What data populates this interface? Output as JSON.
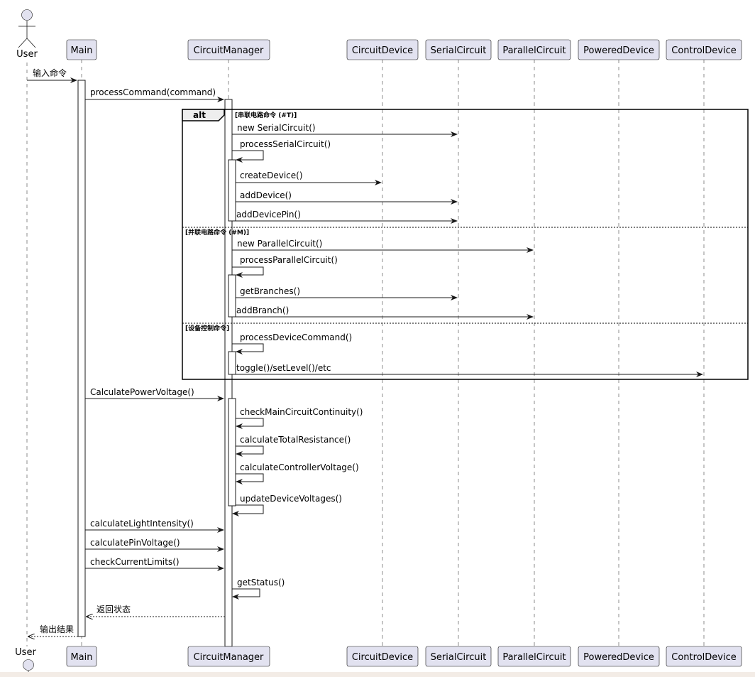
{
  "actor": {
    "label": "User"
  },
  "participants": {
    "main": "Main",
    "circuit_manager": "CircuitManager",
    "circuit_device": "CircuitDevice",
    "serial_circuit": "SerialCircuit",
    "parallel_circuit": "ParallelCircuit",
    "powered_device": "PoweredDevice",
    "control_device": "ControlDevice"
  },
  "alt": {
    "keyword": "alt",
    "guards": [
      "[串联电路命令 (#T)]",
      "[并联电路命令 (#M)]",
      "[设备控制命令]"
    ]
  },
  "messages": {
    "m1": "输入命令",
    "m2": "processCommand(command)",
    "m3": "new SerialCircuit()",
    "m4": "processSerialCircuit()",
    "m5": "createDevice()",
    "m6": "addDevice()",
    "m7": "addDevicePin()",
    "m8": "new ParallelCircuit()",
    "m9": "processParallelCircuit()",
    "m10": "getBranches()",
    "m11": "addBranch()",
    "m12": "processDeviceCommand()",
    "m13": "toggle()/setLevel()/etc",
    "m14": "CalculatePowerVoltage()",
    "m15": "checkMainCircuitContinuity()",
    "m16": "calculateTotalResistance()",
    "m17": "calculateControllerVoltage()",
    "m18": "updateDeviceVoltages()",
    "m19": "calculateLightIntensity()",
    "m20": "calculatePinVoltage()",
    "m21": "checkCurrentLimits()",
    "m22": "getStatus()",
    "m23": "返回状态",
    "m24": "输出结果"
  }
}
